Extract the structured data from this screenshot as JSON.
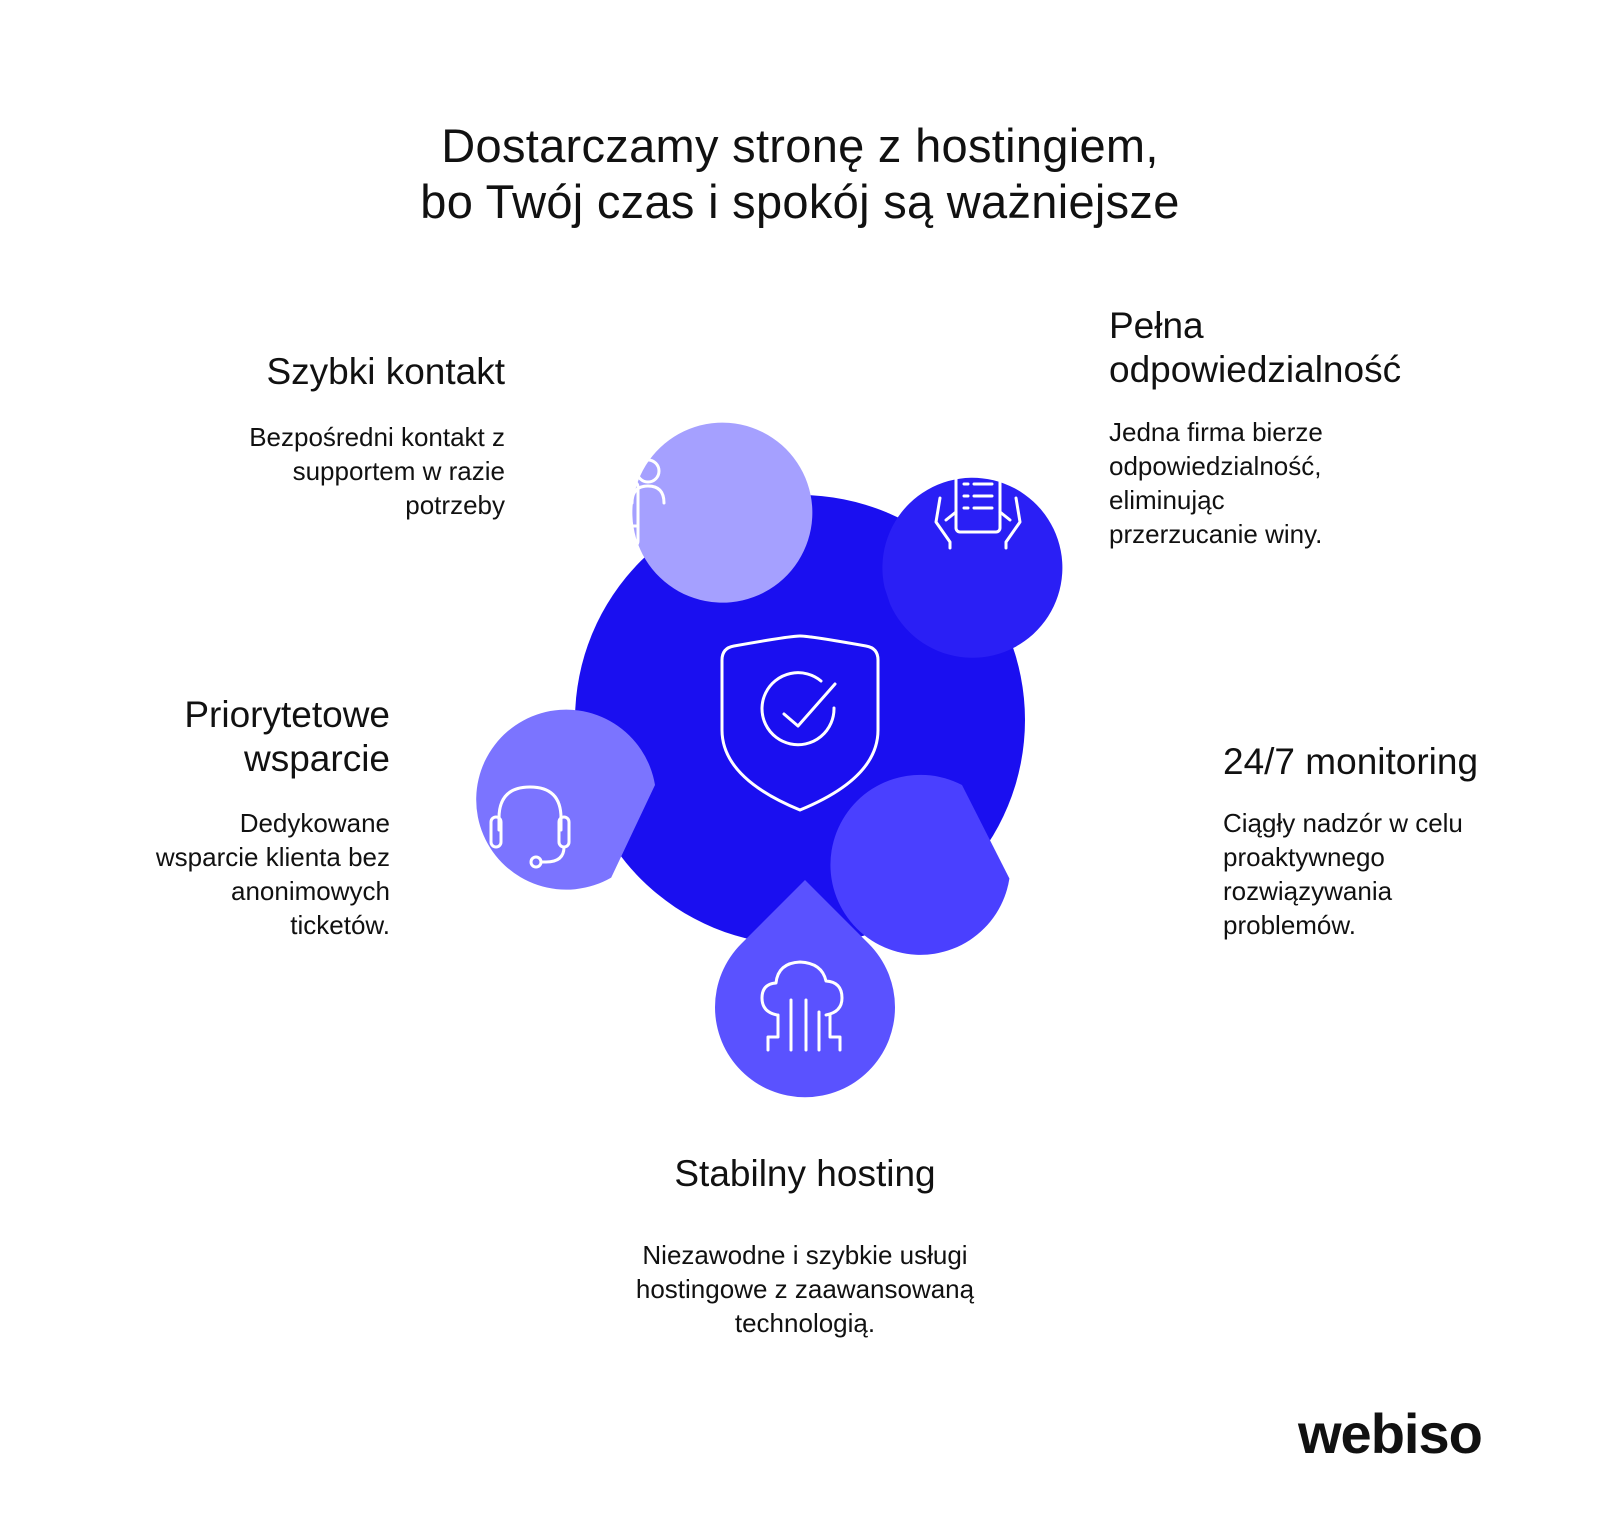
{
  "title": {
    "line1": "Dostarczamy stronę z hostingiem,",
    "line2": "bo Twój czas i spokój są ważniejsze"
  },
  "center": {
    "icon": "shield-check-icon",
    "color": "#1A0FF0"
  },
  "features": {
    "contact": {
      "title": "Szybki kontakt",
      "description": [
        "Bezpośredni kontakt z",
        "supportem w razie",
        "potrzeby"
      ],
      "icon": "phone-user-icon",
      "color": "#A5A0FF"
    },
    "responsibility": {
      "title": [
        "Pełna",
        "odpowiedzialność"
      ],
      "description": [
        "Jedna firma bierze",
        "odpowiedzialność,",
        "eliminując",
        "przerzucanie winy."
      ],
      "icon": "clipboard-hands-icon",
      "color": "#2A1FF5"
    },
    "support": {
      "title": [
        "Priorytetowe",
        "wsparcie"
      ],
      "description": [
        "Dedykowane",
        "wsparcie klienta bez",
        "anonimowych",
        "ticketów."
      ],
      "icon": "headset-icon",
      "color": "#7B74FF"
    },
    "monitoring": {
      "title": "24/7 monitoring",
      "description": [
        "Ciągły nadzór w celu",
        "proaktywnego",
        "rozwiązywania",
        "problemów."
      ],
      "icon": "clock-24-icon",
      "color": "#4A40FF"
    },
    "hosting": {
      "title": "Stabilny hosting",
      "description": [
        "Niezawodne i szybkie usługi",
        "hostingowe z zaawansowaną",
        "technologią."
      ],
      "icon": "cloud-circuit-icon",
      "color": "#5A52FF"
    }
  },
  "brand": {
    "logo": "webiso"
  }
}
